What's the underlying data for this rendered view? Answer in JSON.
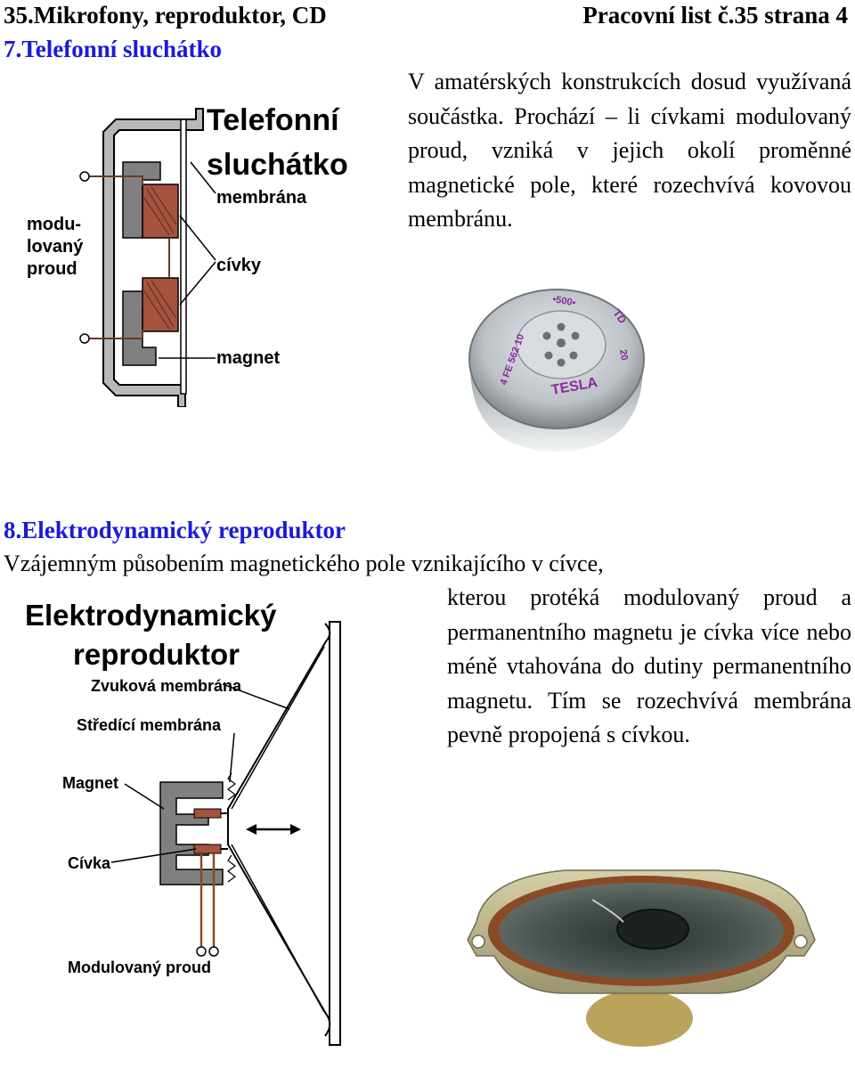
{
  "header": {
    "left": "35.Mikrofony, reproduktor, CD",
    "right": "Pracovní list č.35 strana 4"
  },
  "section7": {
    "title": "7.Telefonní sluchátko",
    "text": "V amatérských konstrukcích dosud využívaná součástka. Prochází – li cívkami modulovaný proud, vzniká v jejich okolí proměnné magnetické pole, které rozechvívá kovovou membránu.",
    "diagram": {
      "title_line1": "Telefonní",
      "title_line2": "sluchátko",
      "label_membrana": "membrána",
      "label_civky": "cívky",
      "label_magnet": "magnet",
      "label_proud_1": "modu-",
      "label_proud_2": "lovaný",
      "label_proud_3": "proud"
    },
    "photo": {
      "mark_brand": "TESLA",
      "mark_code": "4 FE 562 10",
      "mark_ohm": "•500•",
      "mark_td": "TD",
      "mark_20": "20"
    }
  },
  "section8": {
    "title": "8.Elektrodynamický reproduktor",
    "text_first": "Vzájemným působením magnetického pole vznikajícího v cívce,",
    "text_rest": "kterou protéká modulovaný proud a permanentního magnetu je cívka více nebo méně vtahována do dutiny permanentního magnetu. Tím se rozechvívá membrána pevně propojená s cívkou.",
    "diagram": {
      "title_line1": "Elektrodynamický",
      "title_line2": "reproduktor",
      "label_zvukova": "Zvuková membrána",
      "label_stredici": "Středící membrána",
      "label_magnet": "Magnet",
      "label_civka": "Cívka",
      "label_proud": "Modulovaný proud"
    }
  },
  "colors": {
    "section_title": "#1a1adc",
    "magnet_gray": "#808080",
    "coil_copper": "#a5523f",
    "speaker_brown": "#8a4a25"
  }
}
